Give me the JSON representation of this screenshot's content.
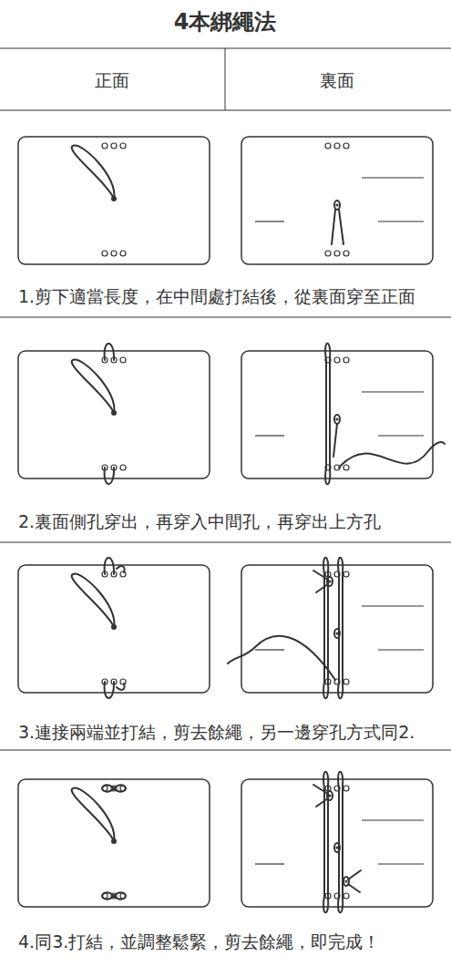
{
  "diagram": {
    "title": "4本綁繩法",
    "labels": [
      "正面",
      "裏面",
      "1.剪下適當長度，在中間處打結後，從裏面穿至正面",
      "2.裏面側孔穿出，再穿入中間孔，再穿出上方孔",
      "3.連接兩端並打結，剪去餘繩，另一邊穿孔方式同2.",
      "4.同3.打結，並調整鬆緊，剪去餘繩，即完成！"
    ]
  }
}
